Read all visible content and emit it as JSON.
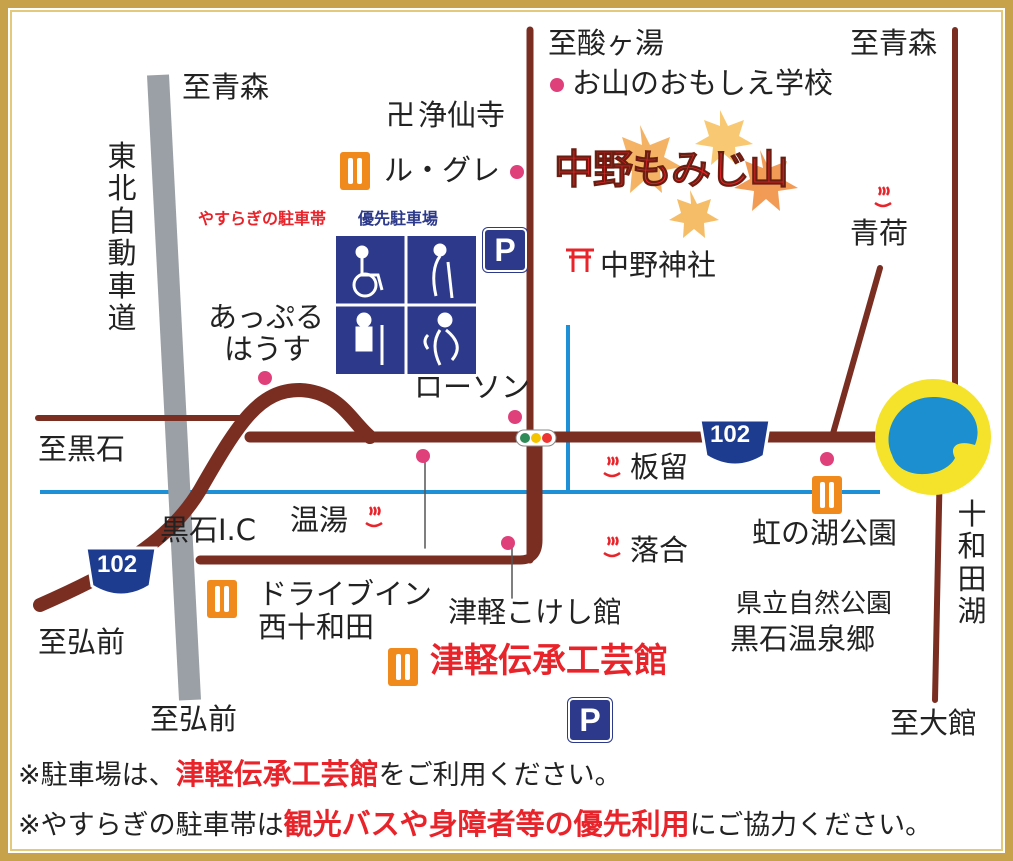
{
  "title": "中野もみじ山",
  "directions": {
    "to_sukayu": "至酸ヶ湯",
    "to_aomori_left": "至青森",
    "to_aomori_right": "至青森",
    "to_kuroishi": "至黒石",
    "to_hirosaki_left": "至弘前",
    "to_hirosaki_bottom": "至弘前",
    "to_odate": "至大館",
    "to_towada": "十和田湖"
  },
  "expressway": "東北自動車道",
  "route_number": "102",
  "places": {
    "school": "お山のおもしえ学校",
    "temple_mark": "卍",
    "temple": "浄仙寺",
    "restaurant": "ル・グレ",
    "shrine": "中野神社",
    "aoni": "青荷",
    "appuru_line1": "あっぷる",
    "appuru_line2": "はうす",
    "lawson": "ローソン",
    "itadome": "板留",
    "nuruyu": "温湯",
    "kuroishi_ic": "黒石I.C",
    "drivein_line1": "ドライブイン",
    "drivein_line2": "西十和田",
    "kokeshi": "津軽こけし館",
    "ochiai": "落合",
    "niji_park": "虹の湖公園",
    "park_line1": "県立自然公園",
    "park_line2": "黒石温泉郷",
    "denshokan": "津軽伝承工芸館"
  },
  "parking": {
    "yasuragi_label": "やすらぎの駐車帯",
    "priority_label": "優先駐車場",
    "p_mark": "P"
  },
  "notes": {
    "line1_pre": "※駐車場は、",
    "line1_red": "津軽伝承工芸館",
    "line1_post": "をご利用ください。",
    "line2_pre": "※やすらぎの駐車帯は",
    "line2_red": "観光バスや身障者等の優先利用",
    "line2_post": "にご協力ください。"
  },
  "colors": {
    "road": "#7a2e22",
    "expressway": "#9aa0a6",
    "river": "#1e90d6",
    "frame": "#c8a24a",
    "pin": "#e0407a",
    "accent": "#e8232a",
    "lake": "#1b8fd0",
    "lake_ring": "#f5e32b"
  }
}
